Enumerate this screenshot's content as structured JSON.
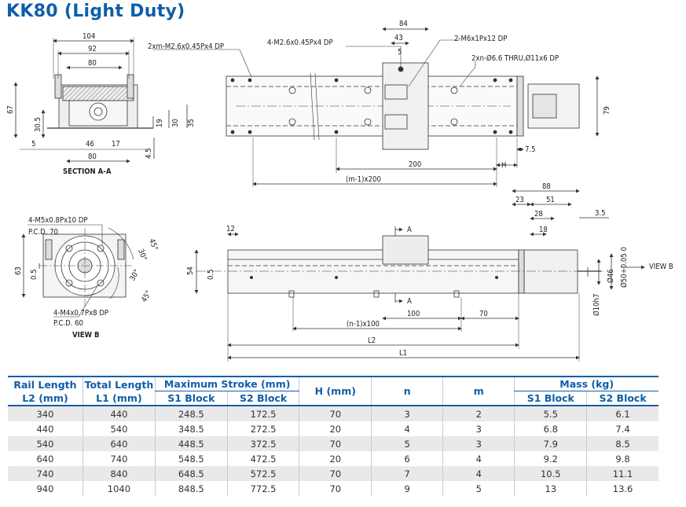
{
  "title": "KK80 (Light Duty)",
  "section_a": {
    "dims": {
      "d104": "104",
      "d92": "92",
      "d80": "80",
      "d67": "67",
      "d30_5": "30.5",
      "d19": "19",
      "d30": "30",
      "d35": "35",
      "d5": "5",
      "d46": "46",
      "d17": "17",
      "d80b": "80",
      "d4_5": "4.5"
    },
    "label": "SECTION A-A"
  },
  "top_view": {
    "notes": {
      "n1": "2xm-M2.6x0.45Px4 DP",
      "n2": "4-M2.6x0.45Px4 DP",
      "n3": "2-M6x1Px12 DP",
      "n4": "2xn-Ø6.6 THRU,Ø11x6 DP"
    },
    "dims": {
      "d84": "84",
      "d43": "43",
      "d5": "5",
      "d79": "79",
      "d7_5": "7.5",
      "d200": "200",
      "dH": "H",
      "dm1": "(m-1)x200"
    }
  },
  "view_b": {
    "notes": {
      "n1": "4-M5x0.8Px10 DP",
      "pcd70": "P.C.D. 70",
      "n2": "4-M4x0.7Px8 DP",
      "pcd60": "P.C.D. 60"
    },
    "dims": {
      "d63": "63",
      "d0_5": "0.5",
      "a45a": "45°",
      "a30a": "30°",
      "a30b": "30°",
      "a45b": "45°"
    },
    "label": "VIEW B"
  },
  "side_view": {
    "dims": {
      "d12": "12",
      "d54": "54",
      "d0_5": "0.5",
      "d88": "88",
      "d23": "23",
      "d51": "51",
      "d28": "28",
      "d18": "18",
      "d3_5": "3.5",
      "dA1": "A",
      "dA2": "A",
      "d100": "100",
      "d70": "70",
      "dn1": "(n-1)x100",
      "dL2": "L2",
      "dL1": "L1",
      "d46": "Ø46",
      "d50": "Ø50+0.05 0",
      "d10": "Ø10h7"
    },
    "view_label": "VIEW B"
  },
  "table": {
    "headers": {
      "rail_length": "Rail Length",
      "rail_unit": "L2 (mm)",
      "total_length": "Total Length",
      "total_unit": "L1 (mm)",
      "max_stroke": "Maximum  Stroke (mm)",
      "s1": "S1 Block",
      "s2": "S2 Block",
      "h": "H (mm)",
      "n": "n",
      "m": "m",
      "mass": "Mass (kg)",
      "mass_s1": "S1 Block",
      "mass_s2": "S2 Block"
    },
    "rows": [
      [
        "340",
        "440",
        "248.5",
        "172.5",
        "70",
        "3",
        "2",
        "5.5",
        "6.1"
      ],
      [
        "440",
        "540",
        "348.5",
        "272.5",
        "20",
        "4",
        "3",
        "6.8",
        "7.4"
      ],
      [
        "540",
        "640",
        "448.5",
        "372.5",
        "70",
        "5",
        "3",
        "7.9",
        "8.5"
      ],
      [
        "640",
        "740",
        "548.5",
        "472.5",
        "20",
        "6",
        "4",
        "9.2",
        "9.8"
      ],
      [
        "740",
        "840",
        "648.5",
        "572.5",
        "70",
        "7",
        "4",
        "10.5",
        "11.1"
      ],
      [
        "940",
        "1040",
        "848.5",
        "772.5",
        "70",
        "9",
        "5",
        "13",
        "13.6"
      ]
    ]
  }
}
